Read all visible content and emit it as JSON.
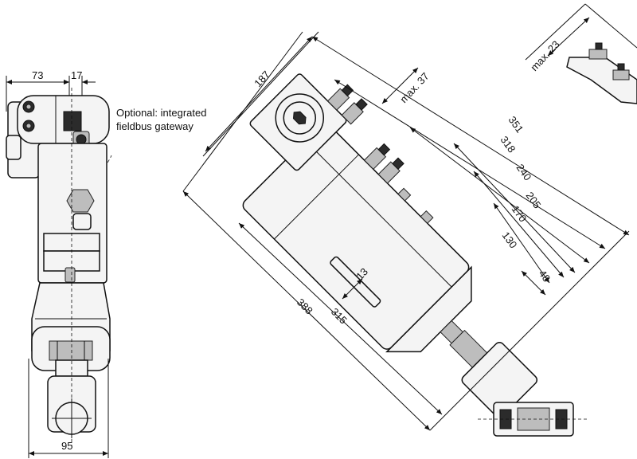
{
  "note": "Optional: integrated fieldbus gateway",
  "dims": {
    "w73": "73",
    "w17": "17",
    "w95": "95",
    "d187": "187",
    "max37": "max. 37",
    "max23": "max. 23",
    "d351": "351",
    "d318": "318",
    "d240": "240",
    "d205": "205",
    "d170": "170",
    "d130": "130",
    "d48": "48",
    "d13": "13",
    "d388": "388",
    "d315": "315"
  }
}
